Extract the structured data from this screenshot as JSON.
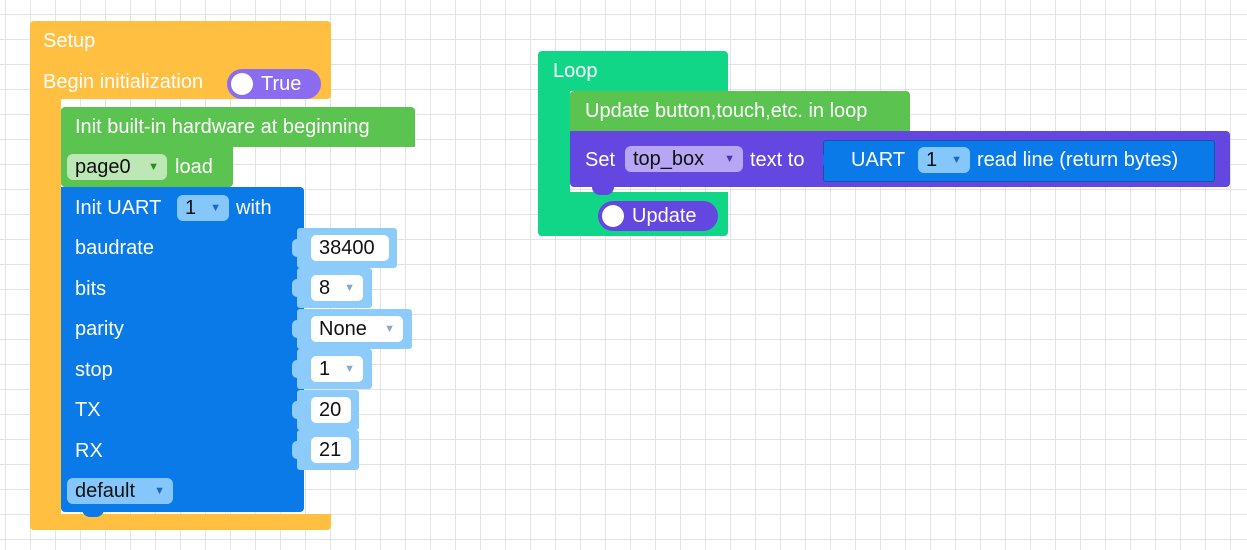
{
  "setup": {
    "title": "Setup",
    "begin_label": "Begin initialization",
    "begin_toggle": "True",
    "init_hw_label": "Init built-in hardware at beginning",
    "page_select": "page0",
    "load_label": "load",
    "uart": {
      "init_label": "Init UART",
      "port": "1",
      "with_label": "with",
      "params": [
        {
          "label": "baudrate",
          "value": "38400"
        },
        {
          "label": "bits",
          "value": "8"
        },
        {
          "label": "parity",
          "value": "None"
        },
        {
          "label": "stop",
          "value": "1"
        },
        {
          "label": "TX",
          "value": "20"
        },
        {
          "label": "RX",
          "value": "21"
        }
      ],
      "mode": "default"
    }
  },
  "loop": {
    "title": "Loop",
    "update_label": "Update button,touch,etc. in loop",
    "set_label": "Set",
    "target": "top_box",
    "text_to_label": "text to",
    "uart_label": "UART",
    "uart_port": "1",
    "read_label": "read line (return bytes)",
    "update_toggle": "Update"
  },
  "colors": {
    "setup": "#ffbf40",
    "hardware": "#5bc34f",
    "uart": "#0a7ae8",
    "loop": "#12d687",
    "display": "#6446e0"
  }
}
